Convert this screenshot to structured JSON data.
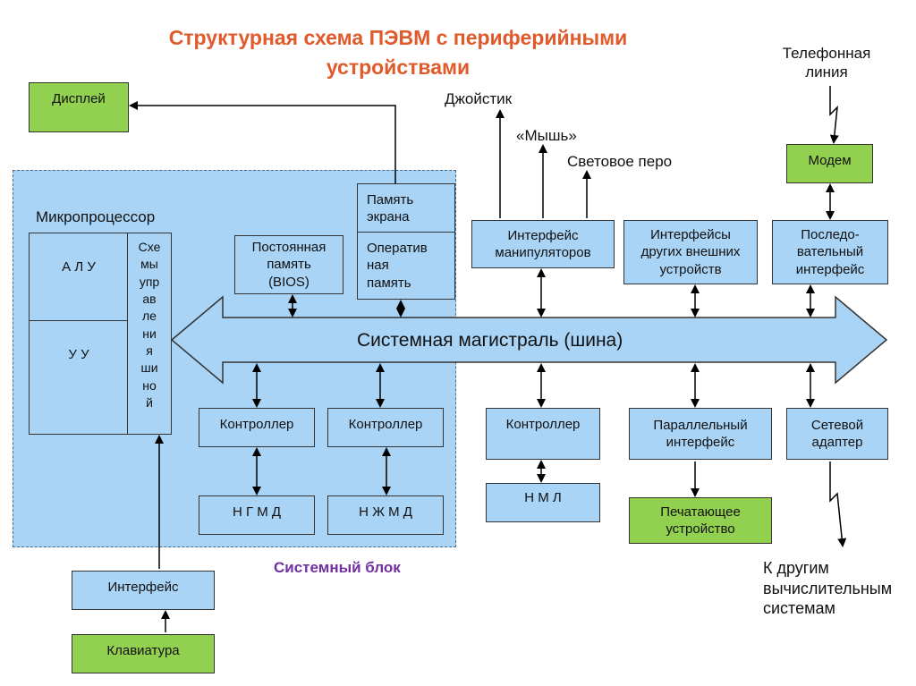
{
  "title": "Структурная схема ПЭВМ с периферийными\nустройствами",
  "system_block_label": "Системный блок",
  "bus_label": "Системная магистраль (шина)",
  "microprocessor": {
    "label": "Микропроцессор",
    "alu": "А Л У",
    "uu": "У У",
    "control_circuits": "Схе\nмы\nупр\nав\nле\nни\nя\nши\nно\nй"
  },
  "boxes": {
    "display": "Дисплей",
    "rom": "Постоянная\nпамять\n(BIOS)",
    "screen_memory": "Память\nэкрана",
    "ram": "Оператив\nная\nпамять",
    "controller_fdd": "Контроллер",
    "controller_hdd": "Контроллер",
    "fdd": "Н Г М Д",
    "hdd": "Н Ж М Д",
    "keyboard_interface": "Интерфейс",
    "keyboard": "Клавиатура",
    "manipulator_interface": "Интерфейс\nманипуляторов",
    "other_interfaces": "Интерфейсы\nдругих внешних\nустройств",
    "serial_interface": "Последо-\nвательный\nинтерфейс",
    "modem": "Модем",
    "controller_tape": "Контроллер",
    "tape": "Н  М  Л",
    "parallel_interface": "Параллельный\nинтерфейс",
    "printer": "Печатающее\nустройство",
    "network_adapter": "Сетевой\nадаптер"
  },
  "external_labels": {
    "joystick": "Джойстик",
    "mouse": "«Мышь»",
    "light_pen": "Световое перо",
    "phone_line": "Телефонная\nлиния",
    "other_systems": "К другим\nвычислительным\nсистемам"
  },
  "colors": {
    "title": "#e05a2b",
    "system_block_label": "#7030a0",
    "component_fill": "#a9d4f5",
    "device_fill": "#92d050"
  }
}
